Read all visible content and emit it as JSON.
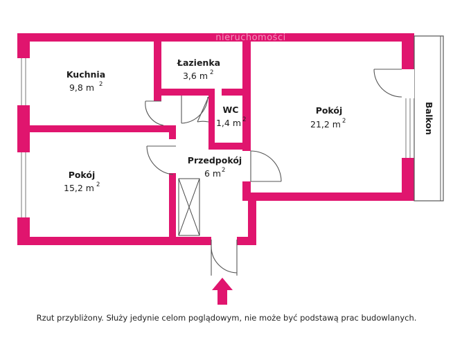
{
  "watermark": "nieruchomości",
  "rooms": {
    "kuchnia": {
      "name": "Kuchnia",
      "area": "9,8 m",
      "unit_exp": "2"
    },
    "lazienka": {
      "name": "Łazienka",
      "area": "3,6 m",
      "unit_exp": "2"
    },
    "wc": {
      "name": "WC",
      "area": "1,4 m",
      "unit_exp": "2"
    },
    "pokoj_big": {
      "name": "Pokój",
      "area": "21,2 m",
      "unit_exp": "2"
    },
    "pokoj_small": {
      "name": "Pokój",
      "area": "15,2 m",
      "unit_exp": "2"
    },
    "przedpokoj": {
      "name": "Przedpokój",
      "area": "6 m",
      "unit_exp": "2"
    }
  },
  "balcony": {
    "label": "Balkon"
  },
  "disclaimer": "Rzut przybliżony. Służy jedynie celom poglądowym, nie może być podstawą prac budowlanych.",
  "colors": {
    "wall": "#e0156e",
    "line": "#555555",
    "text": "#1c1c1c"
  },
  "icons": {
    "entrance": "entrance-arrow-icon"
  }
}
